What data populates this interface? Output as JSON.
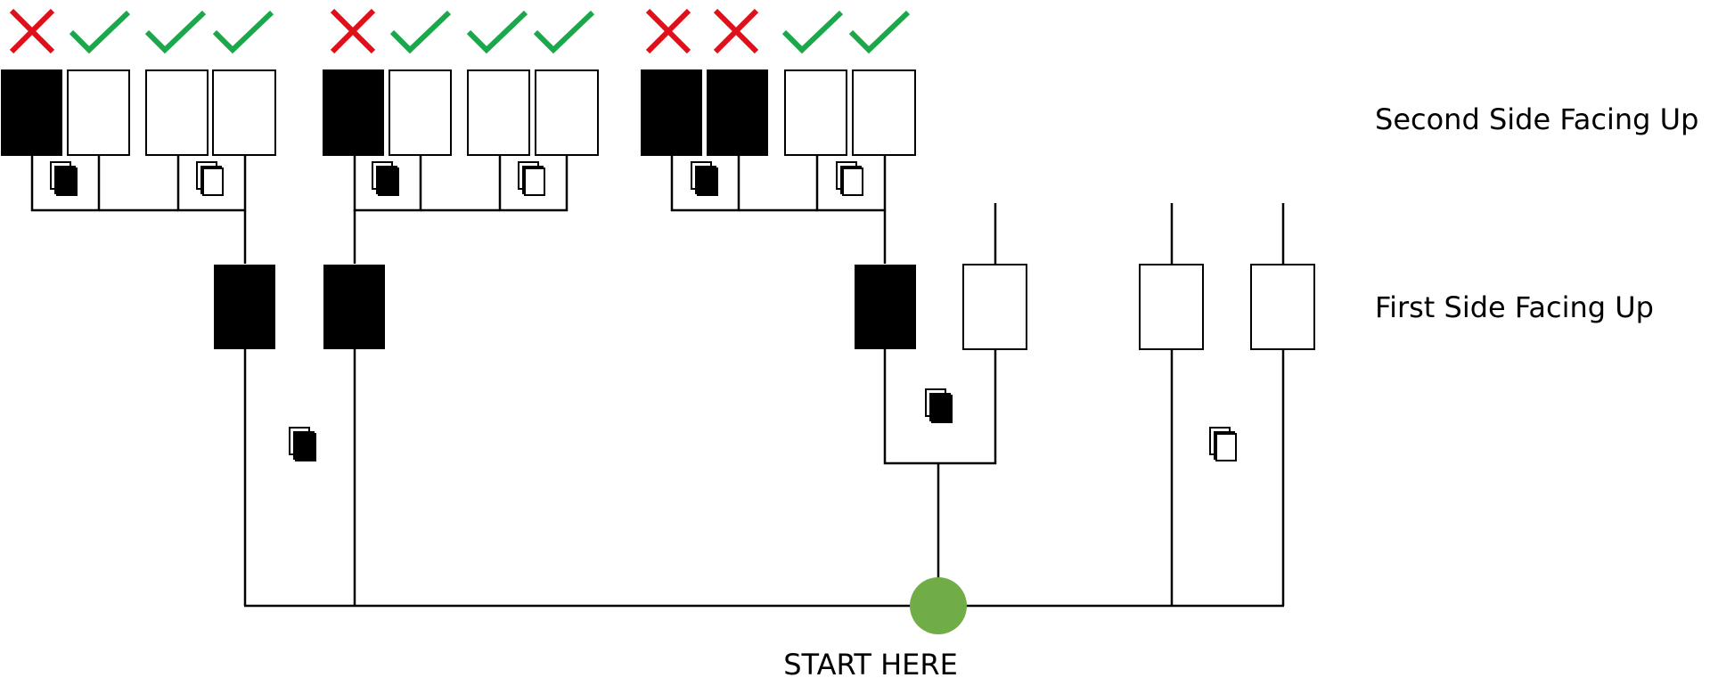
{
  "labels": {
    "second_side": "Second Side Facing Up",
    "first_side": "First Side Facing Up",
    "start": "START HERE"
  },
  "colors": {
    "line": "#000000",
    "card_black": "#000000",
    "card_white": "#ffffff",
    "cross": "#e0101a",
    "check": "#1aa84a",
    "start": "#70ad47"
  },
  "outcomes": [
    {
      "group": 1,
      "cards": [
        {
          "face": "black",
          "mark": "cross-icon"
        },
        {
          "face": "white",
          "mark": "check-icon"
        },
        {
          "face": "white",
          "mark": "check-icon"
        },
        {
          "face": "white",
          "mark": "check-icon"
        }
      ]
    },
    {
      "group": 2,
      "cards": [
        {
          "face": "black",
          "mark": "cross-icon"
        },
        {
          "face": "white",
          "mark": "check-icon"
        },
        {
          "face": "white",
          "mark": "check-icon"
        },
        {
          "face": "white",
          "mark": "check-icon"
        }
      ]
    },
    {
      "group": 3,
      "cards": [
        {
          "face": "black",
          "mark": "cross-icon"
        },
        {
          "face": "black",
          "mark": "cross-icon"
        },
        {
          "face": "white",
          "mark": "check-icon"
        },
        {
          "face": "white",
          "mark": "check-icon"
        }
      ]
    }
  ],
  "first_side_cards": [
    "black",
    "black",
    "black",
    "white",
    "white",
    "white"
  ]
}
